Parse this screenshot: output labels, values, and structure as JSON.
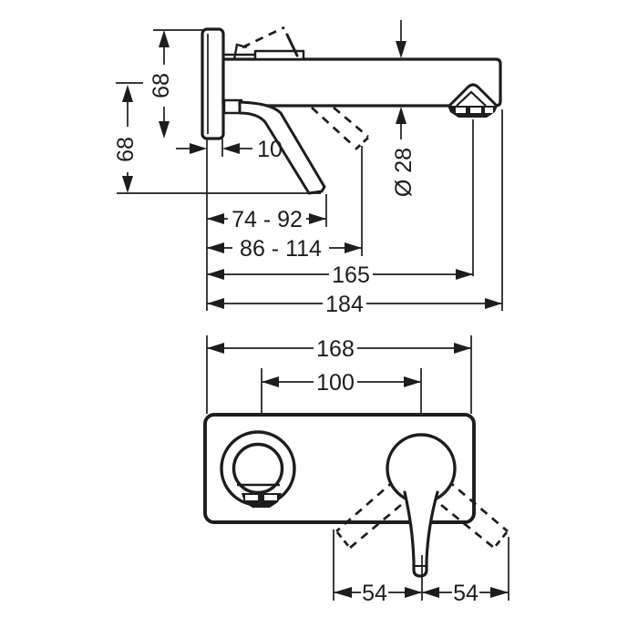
{
  "drawing": {
    "type": "faucet-installation-dimension-drawing",
    "colors": {
      "line": "#1d1d1b",
      "background": "#ffffff"
    },
    "side_view": {
      "escutcheon_height": "68",
      "outlet_center_drop": "68",
      "escutcheon_depth": "10",
      "lever_projection": "74 - 92",
      "lever_projection_open": "86 - 114",
      "aerator_center_distance": "165",
      "spout_length": "184",
      "spout_diameter": "Ø 28"
    },
    "front_view": {
      "escutcheon_width": "168",
      "spout_to_handle_distance": "100",
      "handle_swing_left": "54",
      "handle_swing_right": "54"
    }
  }
}
